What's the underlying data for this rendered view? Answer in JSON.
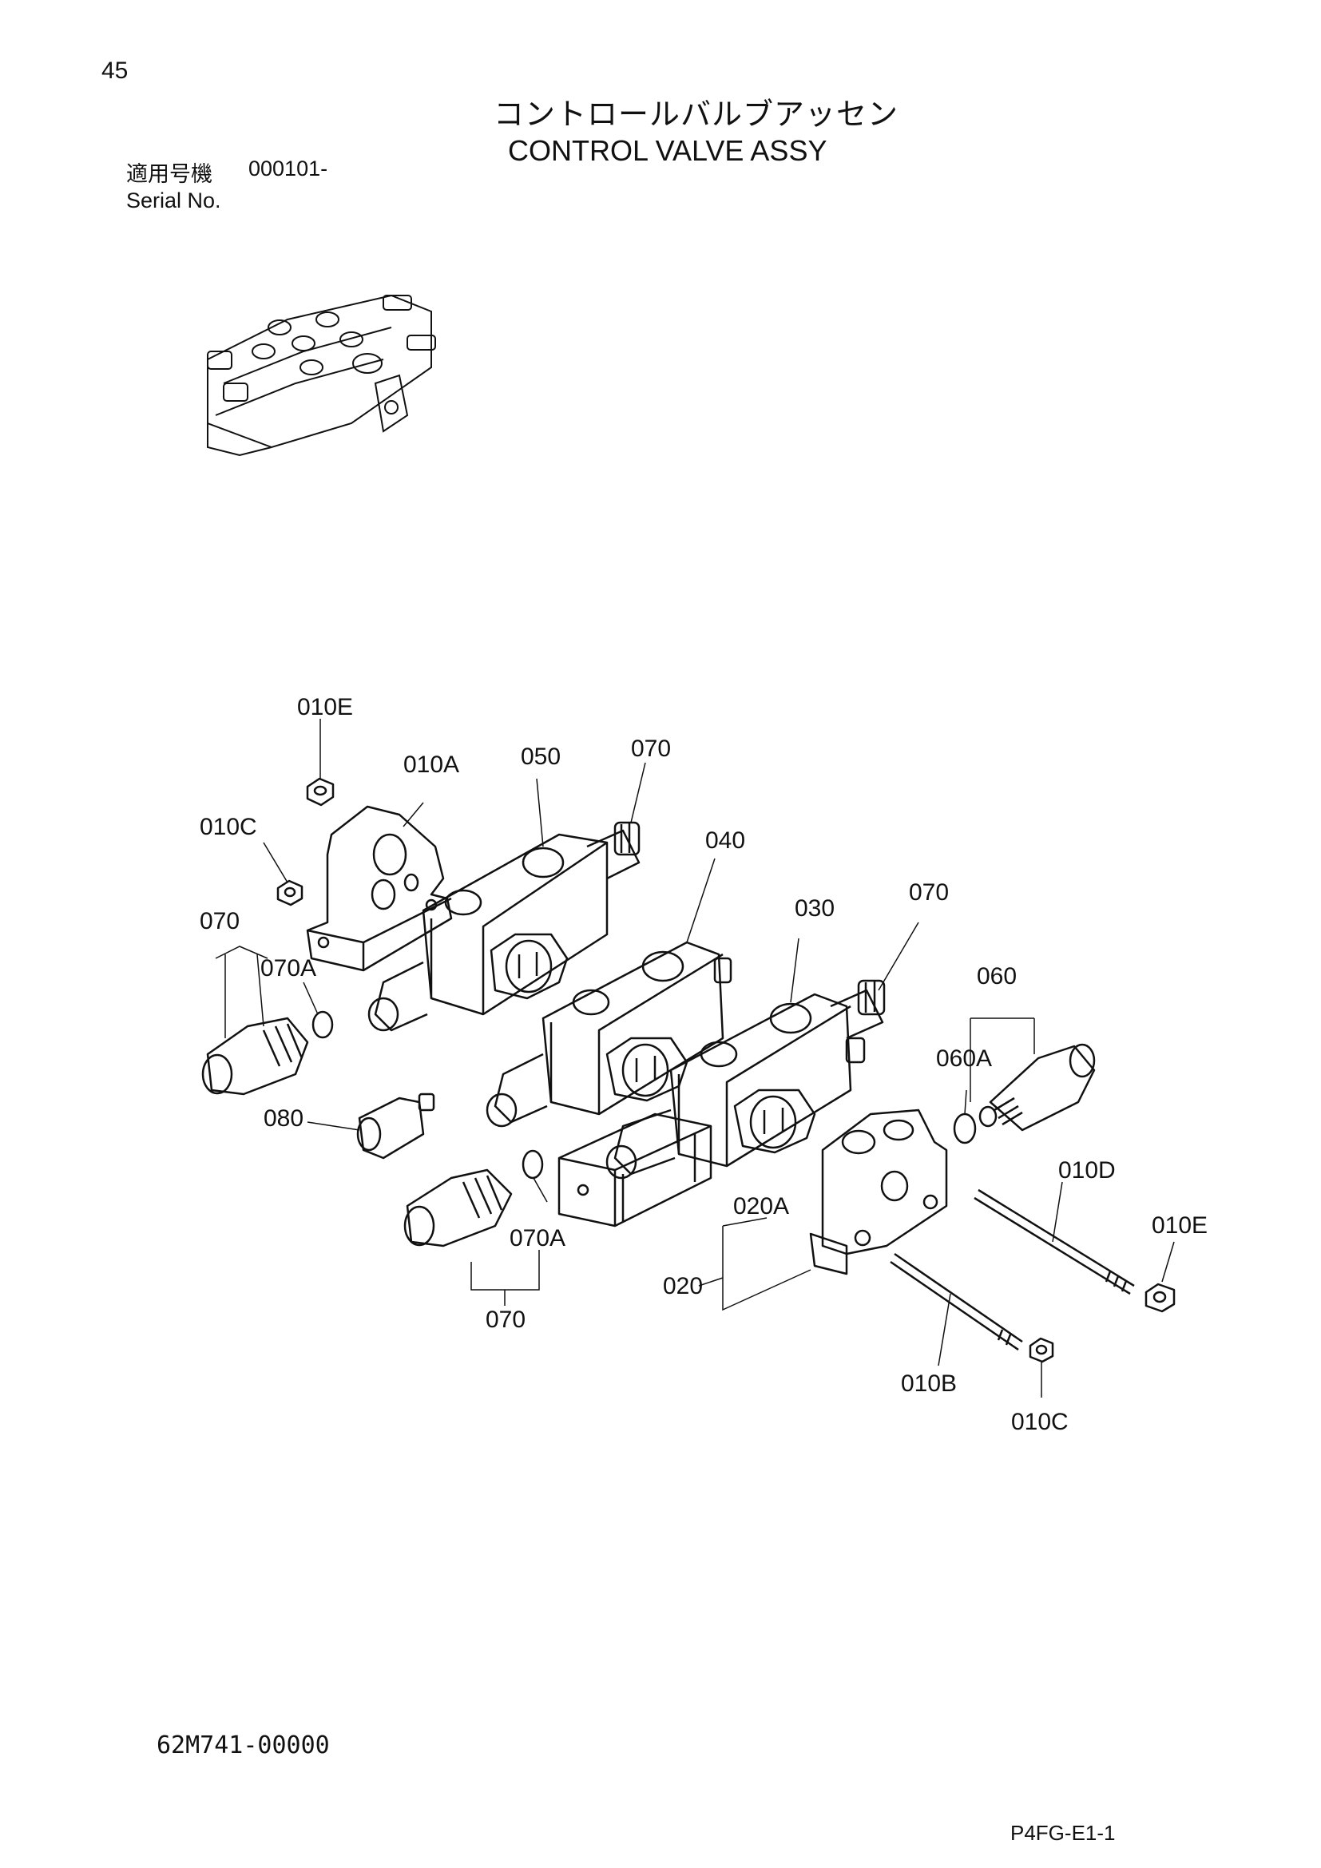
{
  "page_number": "45",
  "title_jp": "コントロールバルブアッセン",
  "title_en": "CONTROL VALVE ASSY",
  "serial": {
    "label_jp": "適用号機",
    "value": "000101-",
    "label_en": "Serial No."
  },
  "part_code": "62M741-00000",
  "page_ref": "P4FG-E1-1",
  "callouts": {
    "c010E_top": "010E",
    "c010A": "010A",
    "c050": "050",
    "c070_top": "070",
    "c010C_left": "010C",
    "c040": "040",
    "c070_left": "070",
    "c070A_left": "070A",
    "c030": "030",
    "c070_right": "070",
    "c060": "060",
    "c060A": "060A",
    "c080": "080",
    "c010D": "010D",
    "c010E_right": "010E",
    "c020A": "020A",
    "c070A_bottom": "070A",
    "c020": "020",
    "c070_bottom": "070",
    "c010B": "010B",
    "c010C_bottom": "010C"
  }
}
